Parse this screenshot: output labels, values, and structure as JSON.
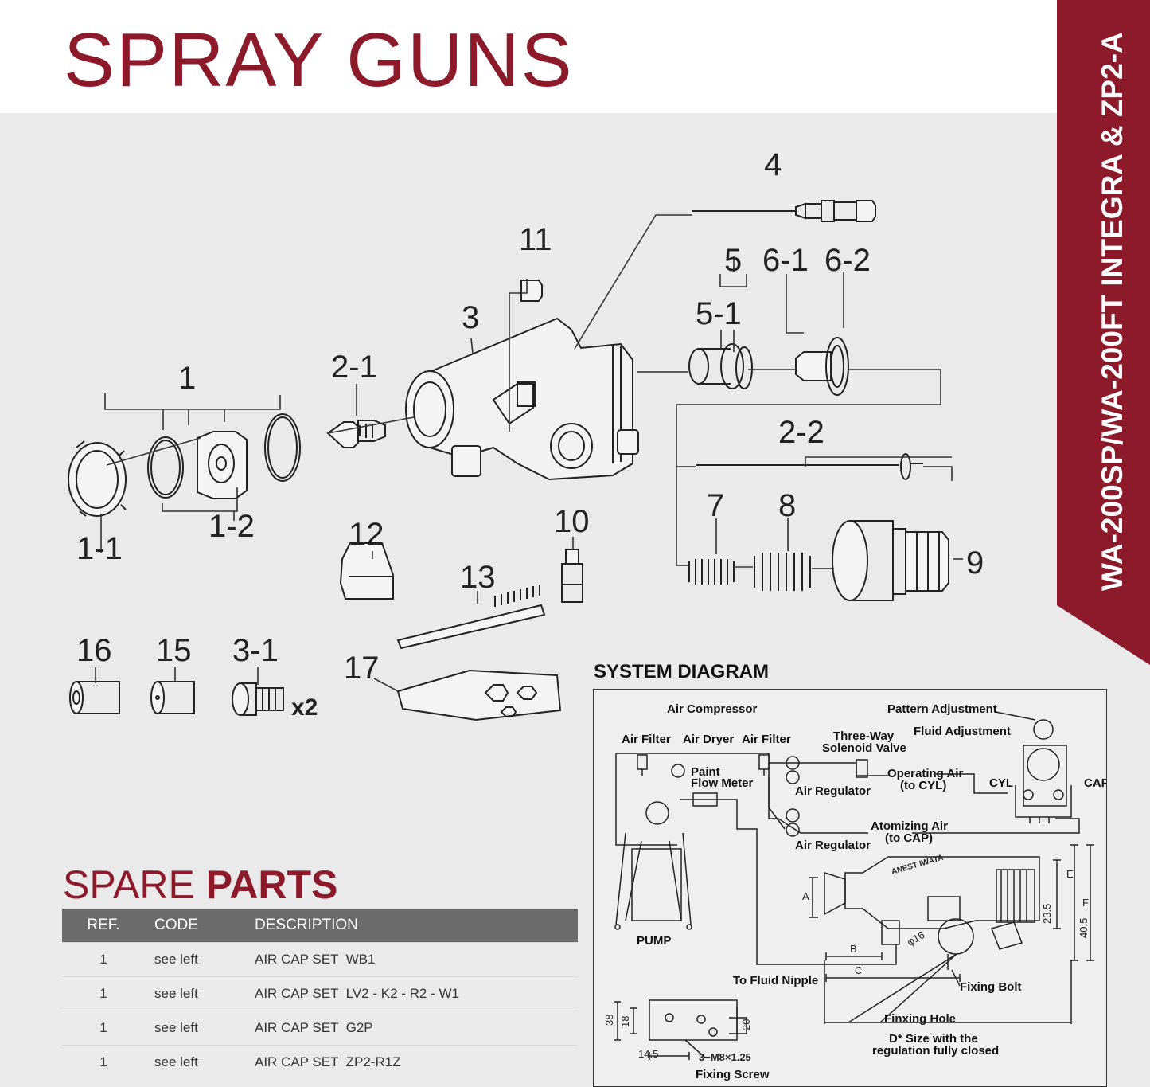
{
  "page_title": "SPRAY GUNS",
  "side_banner": "WA-200SP/WA-200FT INTEGRA & ZP2-A",
  "brand_color": "#8c1a2b",
  "exploded_view": {
    "labels": [
      "4",
      "11",
      "5",
      "6-1",
      "6-2",
      "3",
      "5-1",
      "1",
      "2-1",
      "2-2",
      "1-1",
      "1-2",
      "7",
      "8",
      "9",
      "12",
      "10",
      "13",
      "16",
      "15",
      "3-1",
      "17"
    ],
    "multiplier": "x2"
  },
  "system_diagram": {
    "title": "SYSTEM DIAGRAM",
    "labels": {
      "air_compressor": "Air Compressor",
      "pattern_adjustment": "Pattern Adjustment",
      "fluid_adjustment": "Fluid Adjustment",
      "air_filter_1": "Air Filter",
      "air_dryer": "Air Dryer",
      "air_filter_2": "Air Filter",
      "three_way_1": "Three-Way",
      "three_way_2": "Solenoid Valve",
      "paint_1": "Paint",
      "paint_2": "Flow Meter",
      "operating_air_1": "Operating Air",
      "operating_air_2": "(to CYL)",
      "cyl": "CYL",
      "cap": "CAP",
      "air_regulator_1": "Air Regulator",
      "atomizing_air_1": "Atomizing Air",
      "atomizing_air_2": "(to CAP)",
      "air_regulator_2": "Air Regulator",
      "pump": "PUMP",
      "to_fluid_nipple": "To Fluid Nipple",
      "fixing_bolt": "Fixing Bolt",
      "fixing_hole": "Finxing Hole",
      "d_size_1": "D* Size with the",
      "d_size_2": "regulation fully closed",
      "fixing_screw": "Fixing Screw",
      "dim_a": "A",
      "dim_b": "B",
      "dim_c": "C",
      "dim_e": "E",
      "dim_f": "F",
      "dim_phi16": "φ16",
      "dim_23_5": "23.5",
      "dim_40_5": "40.5",
      "dim_38": "38",
      "dim_18": "18",
      "dim_20": "20",
      "dim_14_5": "14.5",
      "dim_m8": "3−M8×1.25",
      "logo_text": "ANEST IWATA"
    }
  },
  "spare_parts": {
    "title_light": "SPARE ",
    "title_bold": "PARTS",
    "headers": {
      "ref": "REF.",
      "code": "CODE",
      "description": "DESCRIPTION"
    },
    "rows": [
      {
        "ref": "1",
        "code": "see left",
        "description": "AIR CAP SET  WB1"
      },
      {
        "ref": "1",
        "code": "see left",
        "description": "AIR CAP SET  LV2 - K2 - R2 - W1"
      },
      {
        "ref": "1",
        "code": "see left",
        "description": "AIR CAP SET  G2P"
      },
      {
        "ref": "1",
        "code": "see left",
        "description": "AIR CAP SET  ZP2-R1Z"
      }
    ]
  }
}
